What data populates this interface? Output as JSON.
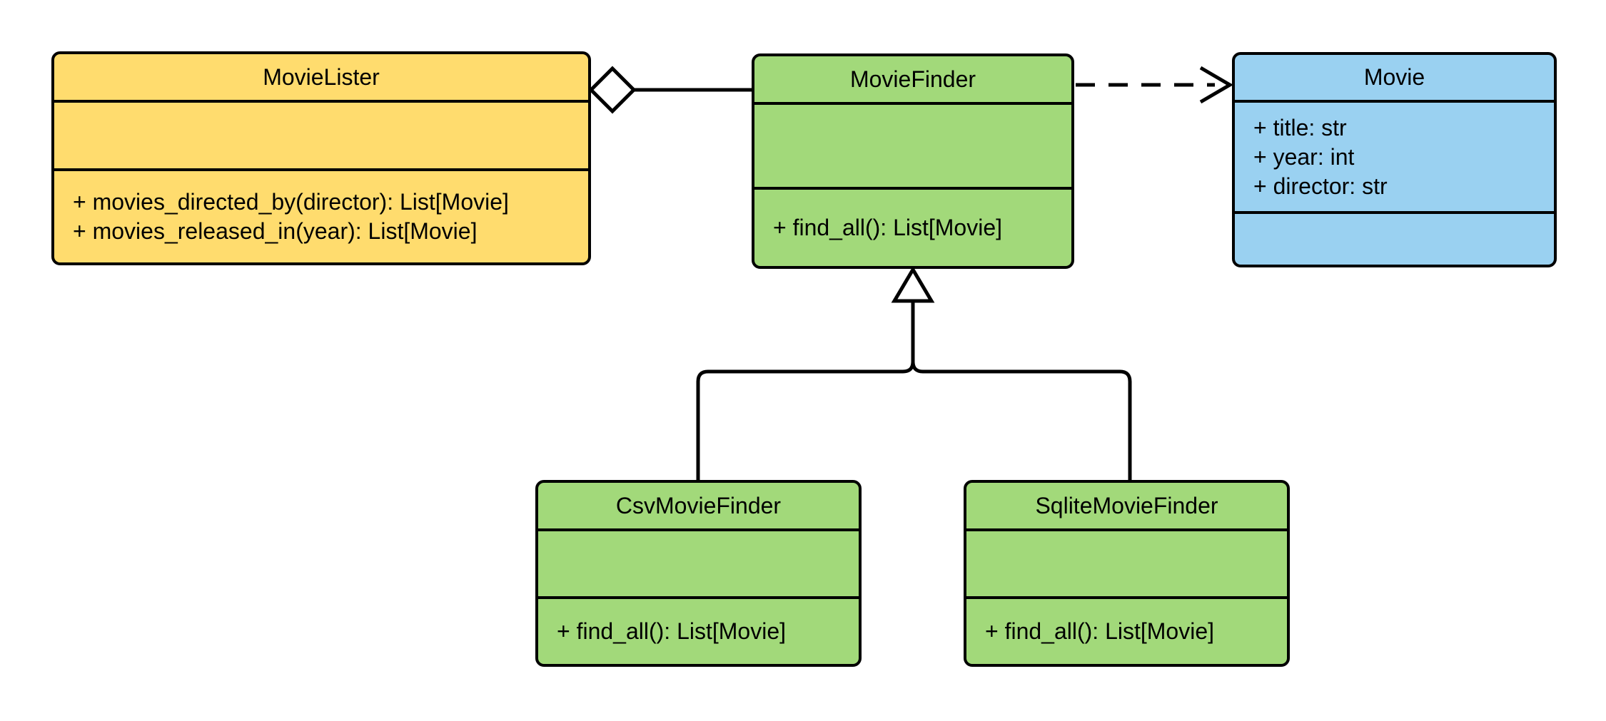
{
  "diagram": {
    "type": "uml-class-diagram",
    "background_color": "#FFFFFF",
    "stroke_color": "#000000",
    "classes": [
      {
        "name": "MovieLister",
        "fill_color": "#FFDC6E",
        "attributes": [],
        "methods": [
          "+ movies_directed_by(director): List[Movie]",
          "+ movies_released_in(year): List[Movie]"
        ]
      },
      {
        "name": "MovieFinder",
        "fill_color": "#A2D97A",
        "attributes": [],
        "methods": [
          "+ find_all(): List[Movie]"
        ]
      },
      {
        "name": "Movie",
        "fill_color": "#9AD1F1",
        "attributes": [
          "+ title: str",
          "+ year: int",
          "+ director: str"
        ],
        "methods": []
      },
      {
        "name": "CsvMovieFinder",
        "fill_color": "#A2D97A",
        "attributes": [],
        "methods": [
          "+ find_all(): List[Movie]"
        ]
      },
      {
        "name": "SqliteMovieFinder",
        "fill_color": "#A2D97A",
        "attributes": [],
        "methods": [
          "+ find_all(): List[Movie]"
        ]
      }
    ],
    "relationships": [
      {
        "type": "aggregation",
        "from": "MovieLister",
        "to": "MovieFinder",
        "marker": "hollow-diamond",
        "line": "solid"
      },
      {
        "type": "dependency",
        "from": "MovieFinder",
        "to": "Movie",
        "marker": "open-arrow",
        "line": "dashed"
      },
      {
        "type": "generalization",
        "from": "CsvMovieFinder",
        "to": "MovieFinder",
        "marker": "hollow-triangle",
        "line": "solid"
      },
      {
        "type": "generalization",
        "from": "SqliteMovieFinder",
        "to": "MovieFinder",
        "marker": "hollow-triangle",
        "line": "solid"
      }
    ]
  }
}
